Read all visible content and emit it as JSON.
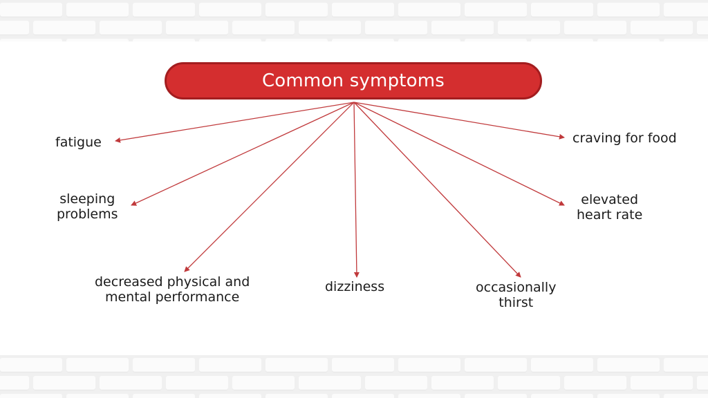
{
  "title": "Common symptoms",
  "symptoms": [
    {
      "label_lines": [
        "fatigue"
      ]
    },
    {
      "label_lines": [
        "sleeping",
        "problems"
      ]
    },
    {
      "label_lines": [
        "decreased physical and",
        "mental performance"
      ]
    },
    {
      "label_lines": [
        "dizziness"
      ]
    },
    {
      "label_lines": [
        "occasionally",
        "thirst"
      ]
    },
    {
      "label_lines": [
        "elevated",
        "heart rate"
      ]
    },
    {
      "label_lines": [
        "craving for food"
      ]
    }
  ],
  "colors": {
    "pill_fill": "#d42e2f",
    "pill_border": "#a31d1f",
    "arrow": "#c0393b",
    "text": "#1a1a1a",
    "brick_wall": "#f0f0f0"
  }
}
